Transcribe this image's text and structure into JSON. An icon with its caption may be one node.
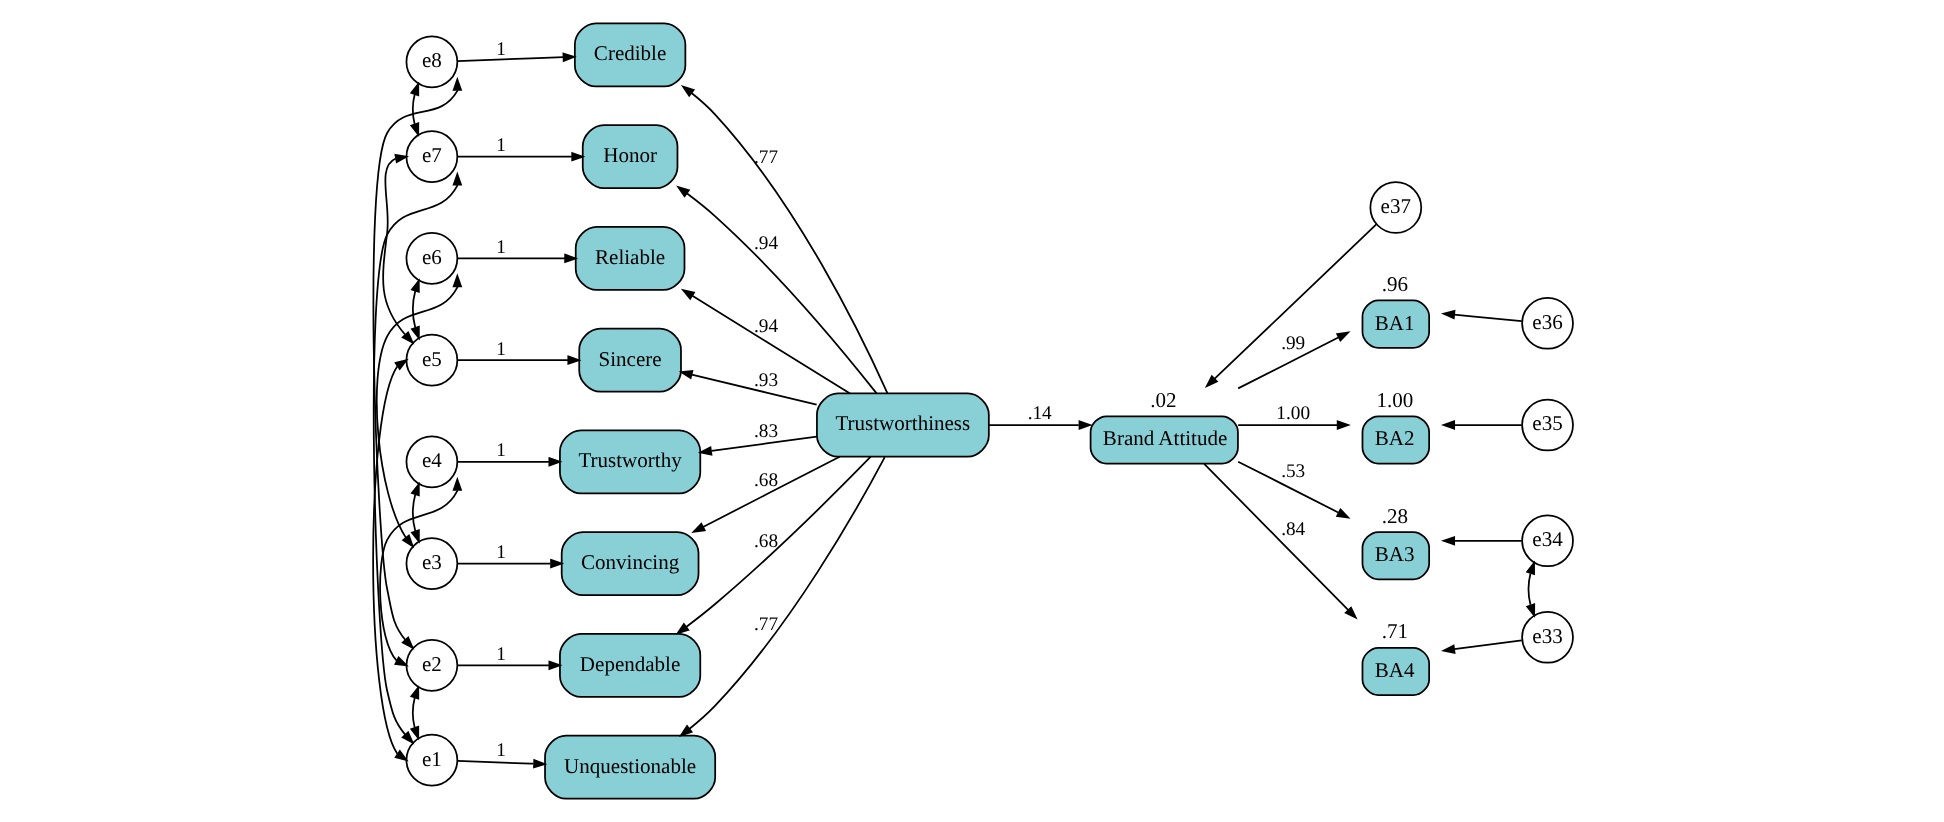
{
  "diagram": {
    "nodes": [
      {
        "text": [
          "e8"
        ]
      },
      {
        "text": [
          "Credible"
        ]
      },
      {
        "text": [
          "e7"
        ]
      },
      {
        "text": [
          "Honor"
        ]
      },
      {
        "text": [
          "e6"
        ]
      },
      {
        "text": [
          "Reliable"
        ]
      },
      {
        "text": [
          "e5"
        ]
      },
      {
        "text": [
          "Sincere"
        ]
      },
      {
        "text": [
          "e4"
        ]
      },
      {
        "text": [
          "Trustworthy"
        ]
      },
      {
        "text": [
          "e3"
        ]
      },
      {
        "text": [
          "Convincing"
        ]
      },
      {
        "text": [
          "e2"
        ]
      },
      {
        "text": [
          "Dependable"
        ]
      },
      {
        "text": [
          "e1"
        ]
      },
      {
        "text": [
          "Unquestionable"
        ]
      },
      {
        "text": [
          "Trustworthiness"
        ]
      },
      {
        "text": [
          "Brand Attitude"
        ],
        "beside": [
          ".02"
        ]
      },
      {
        "text": [
          "e37"
        ]
      },
      {
        "text": [
          "BA1"
        ],
        "beside": [
          ".96"
        ]
      },
      {
        "text": [
          "BA2"
        ],
        "beside": [
          "1.00"
        ]
      },
      {
        "text": [
          "BA3"
        ],
        "beside": [
          ".28"
        ]
      },
      {
        "text": [
          "BA4"
        ],
        "beside": [
          ".71"
        ]
      },
      {
        "text": [
          "e36"
        ]
      },
      {
        "text": [
          "e35"
        ]
      },
      {
        "text": [
          "e34"
        ]
      },
      {
        "text": [
          "e33"
        ]
      }
    ],
    "edges": [
      {
        "from": 0,
        "to": 1,
        "arrow": "to",
        "label": "1"
      },
      {
        "from": 2,
        "to": 3,
        "arrow": "to",
        "label": "1"
      },
      {
        "from": 4,
        "to": 5,
        "arrow": "to",
        "label": "1"
      },
      {
        "from": 6,
        "to": 7,
        "arrow": "to",
        "label": "1"
      },
      {
        "from": 8,
        "to": 9,
        "arrow": "to",
        "label": "1"
      },
      {
        "from": 10,
        "to": 11,
        "arrow": "to",
        "label": "1"
      },
      {
        "from": 12,
        "to": 13,
        "arrow": "to",
        "label": "1"
      },
      {
        "from": 14,
        "to": 15,
        "arrow": "to",
        "label": "1"
      },
      {
        "from": 16,
        "to": 1,
        "arrow": "to",
        "label": ".77"
      },
      {
        "from": 16,
        "to": 3,
        "arrow": "to",
        "label": ".94"
      },
      {
        "from": 16,
        "to": 5,
        "arrow": "to",
        "label": ".94"
      },
      {
        "from": 16,
        "to": 7,
        "arrow": "to",
        "label": ".93"
      },
      {
        "from": 16,
        "to": 9,
        "arrow": "to",
        "label": ".83"
      },
      {
        "from": 16,
        "to": 11,
        "arrow": "to",
        "label": ".68"
      },
      {
        "from": 16,
        "to": 13,
        "arrow": "to",
        "label": ".68"
      },
      {
        "from": 16,
        "to": 15,
        "arrow": "to",
        "label": ".77"
      },
      {
        "from": 16,
        "to": 17,
        "arrow": "to",
        "label": ".14"
      },
      {
        "from": 18,
        "to": 17,
        "arrow": "to"
      },
      {
        "from": 17,
        "to": 19,
        "arrow": "to",
        "label": ".99"
      },
      {
        "from": 17,
        "to": 20,
        "arrow": "to",
        "label": "1.00"
      },
      {
        "from": 17,
        "to": 21,
        "arrow": "to",
        "label": ".53"
      },
      {
        "from": 17,
        "to": 22,
        "arrow": "to",
        "label": ".84"
      },
      {
        "from": 23,
        "to": 19,
        "arrow": "to"
      },
      {
        "from": 24,
        "to": 20,
        "arrow": "to"
      },
      {
        "from": 25,
        "to": 21,
        "arrow": "to"
      },
      {
        "from": 26,
        "to": 22,
        "arrow": "to"
      },
      {
        "from": 25,
        "to": 26,
        "arrow": "both"
      },
      {
        "from": 0,
        "to": 2,
        "arrow": "both"
      },
      {
        "from": 0,
        "to": 12,
        "arrow": "both"
      },
      {
        "from": 2,
        "to": 14,
        "arrow": "both"
      },
      {
        "from": 2,
        "to": 6,
        "arrow": "both"
      },
      {
        "from": 4,
        "to": 6,
        "arrow": "both"
      },
      {
        "from": 4,
        "to": 10,
        "arrow": "both"
      },
      {
        "from": 6,
        "to": 14,
        "arrow": "both"
      },
      {
        "from": 8,
        "to": 10,
        "arrow": "both"
      },
      {
        "from": 8,
        "to": 12,
        "arrow": "both"
      },
      {
        "from": 12,
        "to": 14,
        "arrow": "both"
      }
    ]
  }
}
